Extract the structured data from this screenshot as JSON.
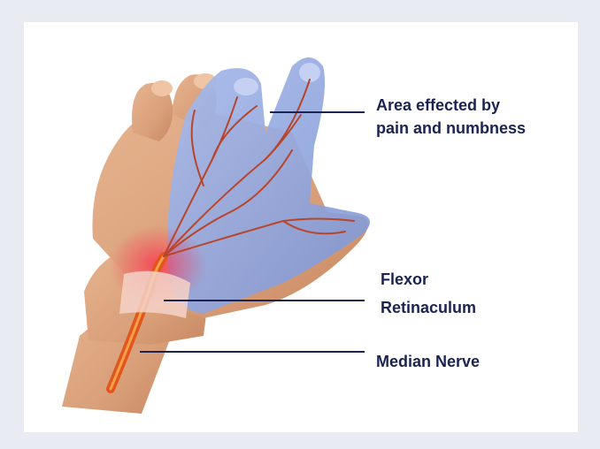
{
  "labels": {
    "affected_area_line1": "Area effected by",
    "affected_area_line2": "pain and numbness",
    "flexor_line1": "Flexor",
    "flexor_line2": "Retinaculum",
    "median_nerve": "Median Nerve"
  },
  "colors": {
    "page_background": "#e8ebf1",
    "card_background": "#ffffff",
    "label_text": "#1b2353",
    "leader_line": "#1b2353",
    "skin": "#d9a07a",
    "affected_overlay": "#8fa6dc",
    "nerve": "#d44a22",
    "nerve_core": "#f07a1a",
    "inflammation": "#e8354a"
  }
}
